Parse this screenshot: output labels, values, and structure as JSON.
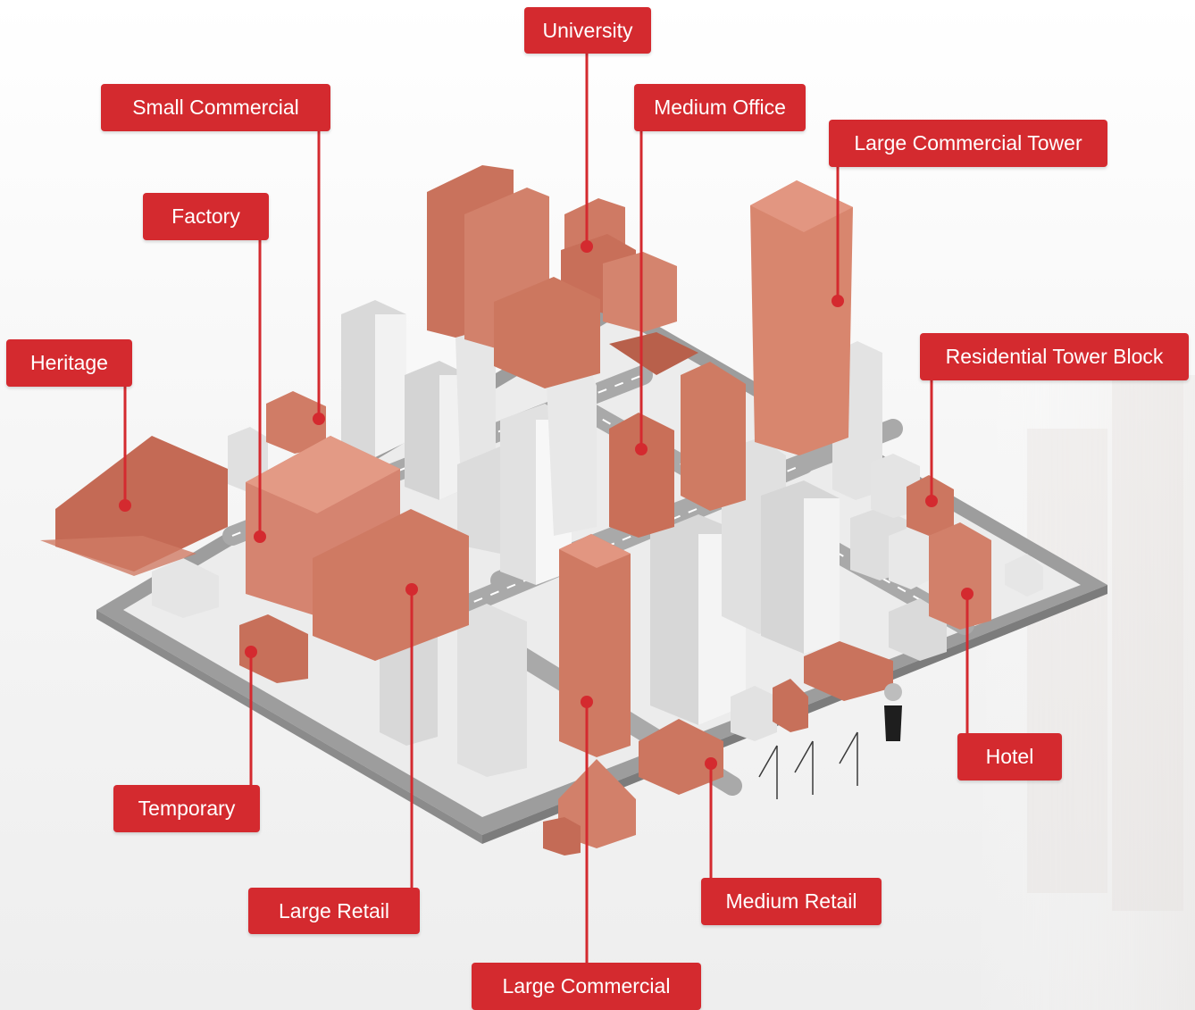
{
  "colors": {
    "label_bg": "#d42a2f",
    "label_text": "#ffffff",
    "leader_line": "#d42a2f",
    "building_terracotta": "#cd7b66",
    "building_grey": "#dcdcdc",
    "road": "#a9a9a9"
  },
  "labels": {
    "university": "University",
    "small_commercial": "Small Commercial",
    "medium_office": "Medium Office",
    "large_commercial_tower": "Large Commercial Tower",
    "factory": "Factory",
    "heritage": "Heritage",
    "residential_tower_block": "Residential Tower Block",
    "hotel": "Hotel",
    "temporary": "Temporary",
    "large_retail": "Large Retail",
    "medium_retail": "Medium Retail",
    "large_commercial": "Large Commercial"
  }
}
